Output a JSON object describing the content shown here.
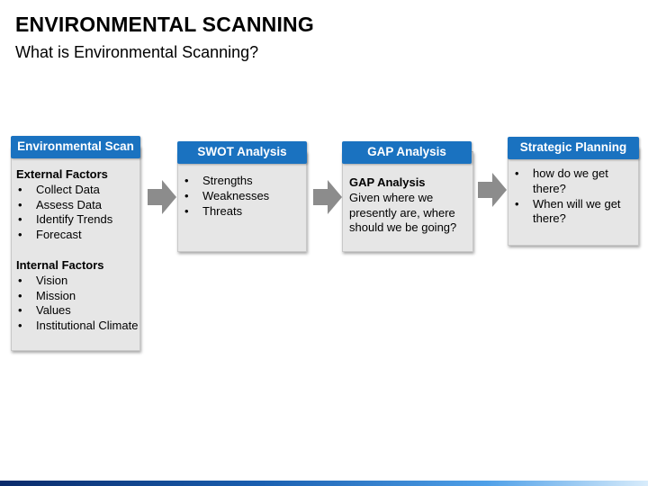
{
  "slide": {
    "title": "ENVIRONMENTAL SCANNING",
    "subtitle": "What is Environmental Scanning?"
  },
  "colors": {
    "header_blue": "#1a72c0",
    "card_gray": "#e6e6e6",
    "arrow_gray": "#8c8c8c"
  },
  "cards": [
    {
      "header": "Environmental Scan",
      "groups": [
        {
          "label": "External Factors",
          "items": [
            "Collect Data",
            "Assess Data",
            "Identify Trends",
            "Forecast"
          ]
        },
        {
          "label": "Internal Factors",
          "items": [
            "Vision",
            "Mission",
            "Values",
            "Institutional Climate"
          ]
        }
      ]
    },
    {
      "header": "SWOT Analysis",
      "items": [
        "Strengths",
        "Weaknesses",
        "Threats"
      ]
    },
    {
      "header": "GAP Analysis",
      "body_label": "GAP Analysis",
      "body_text": [
        "Given where we",
        "presently are, where",
        "should we be going?"
      ]
    },
    {
      "header": "Strategic Planning",
      "items": [
        "how do we get there?",
        "When will we get there?"
      ]
    }
  ],
  "arrows": [
    "arrow-right-icon",
    "arrow-right-icon",
    "arrow-right-icon"
  ]
}
